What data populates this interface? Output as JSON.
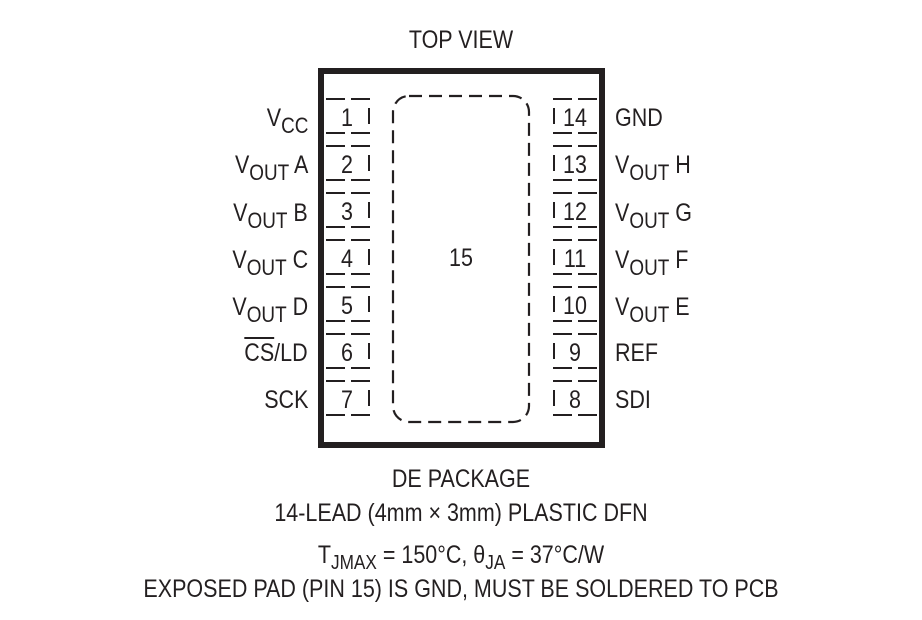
{
  "diagram": {
    "title": "TOP VIEW",
    "exposed_pad": {
      "number": "15"
    },
    "left_pins": [
      {
        "number": "1",
        "label_main": "V",
        "label_sub": "CC",
        "label_suffix": ""
      },
      {
        "number": "2",
        "label_main": "V",
        "label_sub": "OUT",
        "label_suffix": " A"
      },
      {
        "number": "3",
        "label_main": "V",
        "label_sub": "OUT",
        "label_suffix": " B"
      },
      {
        "number": "4",
        "label_main": "V",
        "label_sub": "OUT",
        "label_suffix": " C"
      },
      {
        "number": "5",
        "label_main": "V",
        "label_sub": "OUT",
        "label_suffix": " D"
      },
      {
        "number": "6",
        "label_overline": "CS",
        "label_suffix": "/LD"
      },
      {
        "number": "7",
        "label_main": "SCK"
      }
    ],
    "right_pins": [
      {
        "number": "14",
        "label_main": "GND"
      },
      {
        "number": "13",
        "label_main": "V",
        "label_sub": "OUT",
        "label_suffix": " H"
      },
      {
        "number": "12",
        "label_main": "V",
        "label_sub": "OUT",
        "label_suffix": " G"
      },
      {
        "number": "11",
        "label_main": "V",
        "label_sub": "OUT",
        "label_suffix": " F"
      },
      {
        "number": "10",
        "label_main": "V",
        "label_sub": "OUT",
        "label_suffix": " E"
      },
      {
        "number": "9",
        "label_main": "REF"
      },
      {
        "number": "8",
        "label_main": "SDI"
      }
    ]
  },
  "footer": {
    "package_name": "DE PACKAGE",
    "package_desc": "14-LEAD (4mm × 3mm) PLASTIC DFN",
    "thermal": {
      "t_main": "T",
      "t_sub": "JMAX",
      "t_value": " = 150°C, ",
      "theta_main": "θ",
      "theta_sub": "JA",
      "theta_value": " = 37°C/W"
    },
    "note": "EXPOSED PAD (PIN 15) IS GND, MUST BE SOLDERED TO PCB"
  },
  "colors": {
    "ink": "#231f20",
    "background": "#ffffff"
  }
}
